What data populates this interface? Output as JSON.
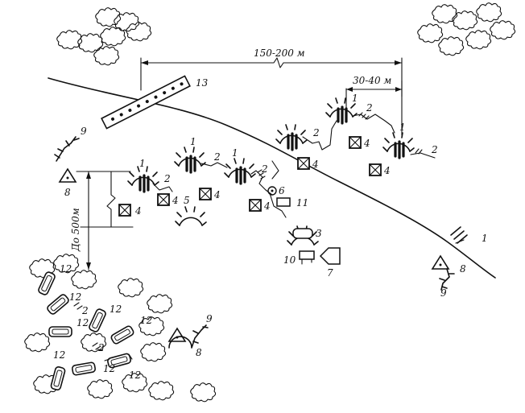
{
  "dimensions": {
    "span_positions": "150-200 м",
    "span_spacing": "30-40 м",
    "depth": "До 500м"
  },
  "markers": {
    "n1": "1",
    "n2": "2",
    "n3": "3",
    "n4": "4",
    "n5": "5",
    "n6": "6",
    "n7": "7",
    "n8": "8",
    "n9": "9",
    "n10": "10",
    "n11": "11",
    "n12": "12",
    "n13": "13"
  }
}
